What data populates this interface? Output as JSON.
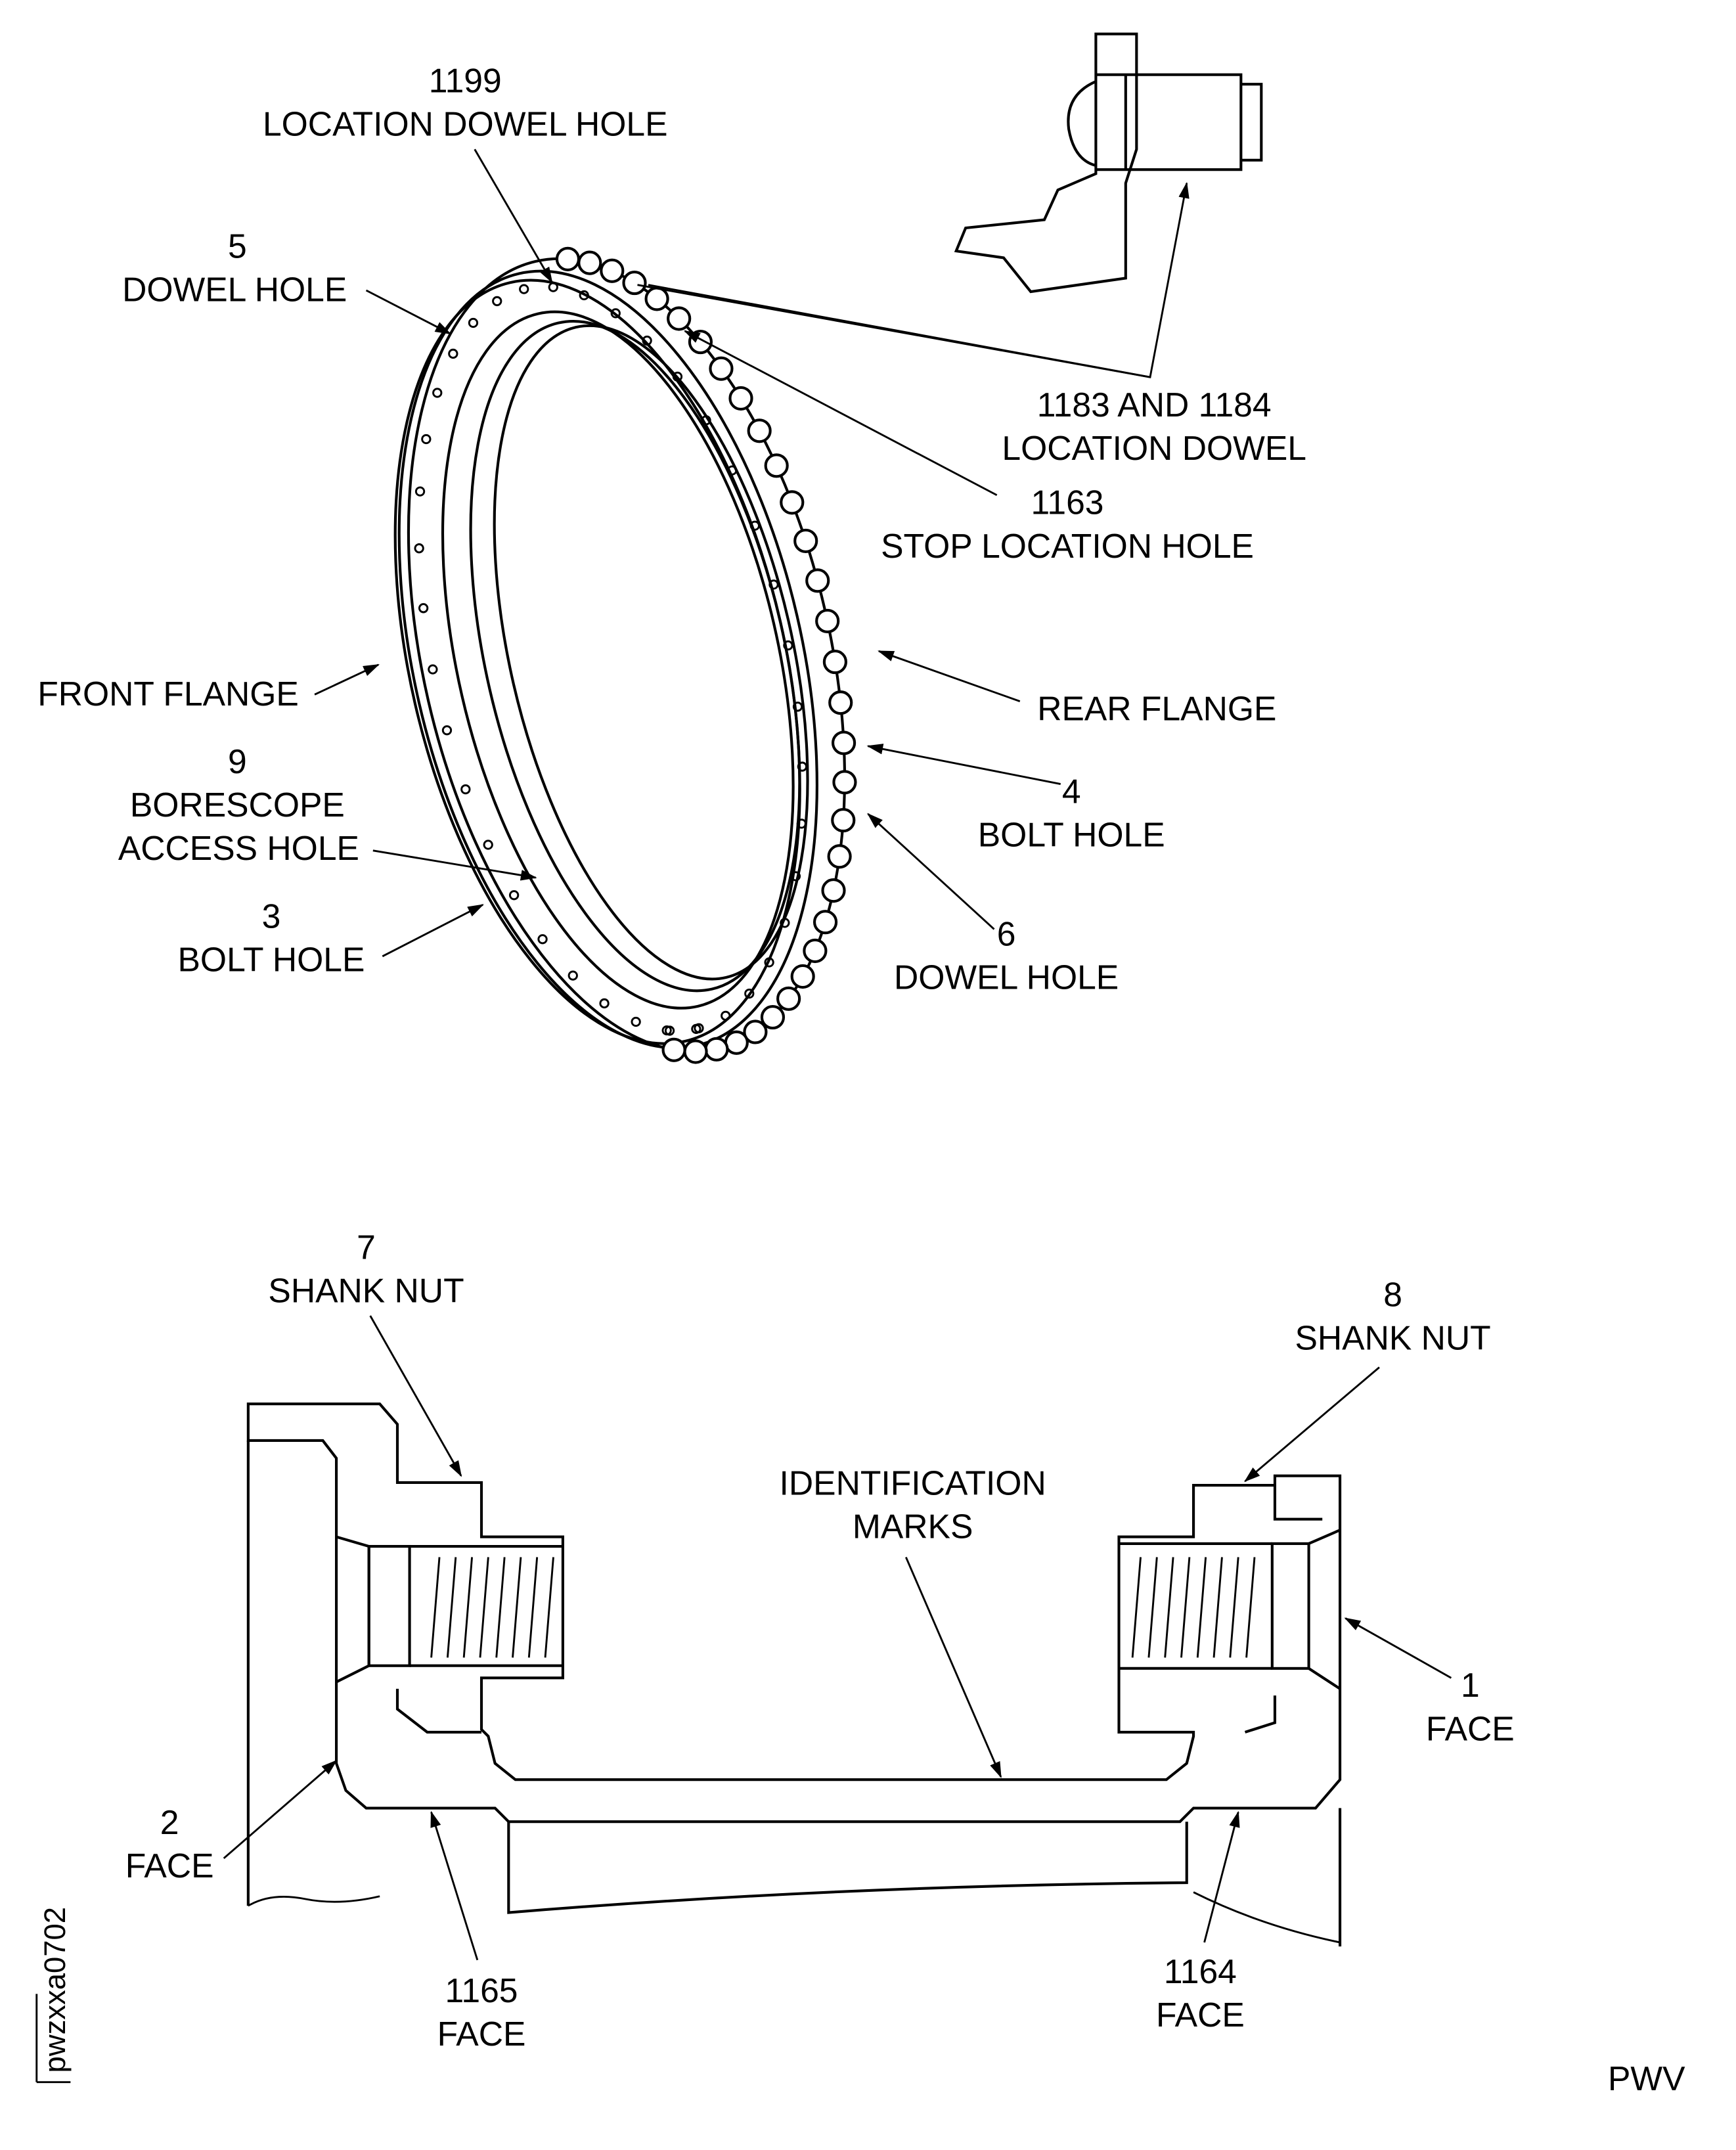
{
  "labels": {
    "location_dowel_hole": {
      "number": "1199",
      "text": "LOCATION DOWEL HOLE"
    },
    "dowel_hole_5": {
      "number": "5",
      "text": "DOWEL HOLE"
    },
    "location_dowel": {
      "number": "1183 AND 1184",
      "text": "LOCATION DOWEL"
    },
    "stop_location_hole": {
      "number": "1163",
      "text": "STOP LOCATION HOLE"
    },
    "front_flange": {
      "text": "FRONT FLANGE"
    },
    "rear_flange": {
      "text": "REAR FLANGE"
    },
    "borescope_access_hole": {
      "number": "9",
      "line1": "BORESCOPE",
      "line2": "ACCESS HOLE"
    },
    "bolt_hole_4": {
      "number": "4",
      "text": "BOLT HOLE"
    },
    "bolt_hole_3": {
      "number": "3",
      "text": "BOLT HOLE"
    },
    "dowel_hole_6": {
      "number": "6",
      "text": "DOWEL HOLE"
    },
    "shank_nut_7": {
      "number": "7",
      "text": "SHANK NUT"
    },
    "shank_nut_8": {
      "number": "8",
      "text": "SHANK NUT"
    },
    "identification_marks": {
      "line1": "IDENTIFICATION",
      "line2": "MARKS"
    },
    "face_1": {
      "number": "1",
      "text": "FACE"
    },
    "face_2": {
      "number": "2",
      "text": "FACE"
    },
    "face_1164": {
      "number": "1164",
      "text": "FACE"
    },
    "face_1165": {
      "number": "1165",
      "text": "FACE"
    }
  },
  "footer": {
    "code": "PWV",
    "figure_id": "pwzxxa0702"
  }
}
